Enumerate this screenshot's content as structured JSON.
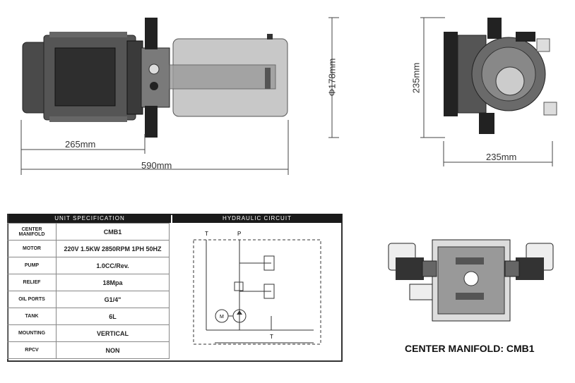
{
  "dimensions": {
    "diameter": "Φ178mm",
    "height_side": "235mm",
    "width_side": "235mm",
    "motor_length": "265mm",
    "total_length": "590mm"
  },
  "spec": {
    "title": "UNIT SPECIFICATION",
    "rows": [
      {
        "label": "CENTER MANIFOLD",
        "value": "CMB1"
      },
      {
        "label": "MOTOR",
        "value": "220V 1.5KW 2850RPM 1PH 50HZ"
      },
      {
        "label": "PUMP",
        "value": "1.0CC/Rev."
      },
      {
        "label": "RELIEF",
        "value": "18Mpa"
      },
      {
        "label": "OIL PORTS",
        "value": "G1/4\""
      },
      {
        "label": "TANK",
        "value": "6L"
      },
      {
        "label": "MOUNTING",
        "value": "VERTICAL"
      },
      {
        "label": "RPCV",
        "value": "NON"
      }
    ]
  },
  "circuit": {
    "title": "HYDRAULIC CIRCUIT",
    "port_t": "T",
    "port_p": "P",
    "tank_t": "T",
    "motor_symbol": "M"
  },
  "manifold": {
    "caption": "CENTER MANIFOLD: CMB1"
  }
}
